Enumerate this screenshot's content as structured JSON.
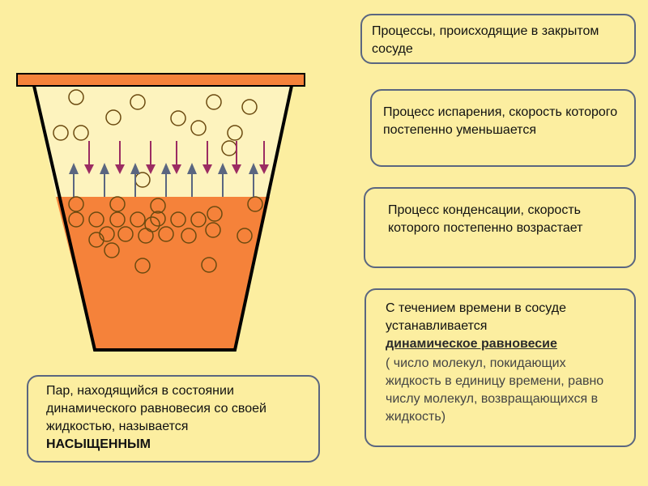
{
  "boxes": {
    "processes_title": "Процессы, происходящие  в закрытом сосуде",
    "evaporation": "Процесс испарения, скорость которого постепенно уменьшается",
    "condensation": "Процесс  конденсации, скорость которого постепенно возрастает",
    "equilibrium_intro": "С течением времени в сосуде устанавливается",
    "equilibrium_term": "динамическое равновесие",
    "equilibrium_note": "( число молекул, покидающих жидкость в единицу времени, равно числу молекул, возвращающихся в жидкость)",
    "saturated_text": "Пар, находящийся в состоянии динамического равновесия со своей жидкостью, называется",
    "saturated_word": "НАСЫЩЕННЫМ"
  },
  "colors": {
    "background": "#FCEEA0",
    "liquid": "#F5823A",
    "lid": "#F5823A",
    "down_arrow": "#9B2C62",
    "up_arrow": "#5A6680",
    "box_border": "#5A6680"
  },
  "icons": {
    "down_arrows": "condensation-arrow-icon",
    "up_arrows": "evaporation-arrow-icon",
    "molecules": "molecule-icon"
  }
}
